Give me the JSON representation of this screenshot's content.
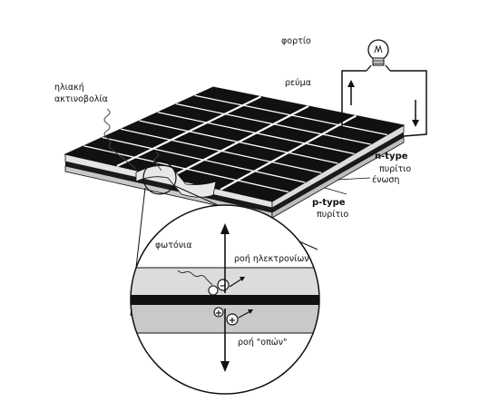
{
  "labels": {
    "load": "φορτίο",
    "current": "ρεύμα",
    "solar_radiation_line1": "ηλιακή",
    "solar_radiation_line2": "ακτινοβολία",
    "n_type": "n-type",
    "n_silicon": "πυρίτιο",
    "junction": "ένωση",
    "p_type": "p-type",
    "p_silicon": "πυρίτιο",
    "photons": "φωτόνια",
    "electron_flow": "ροή ηλεκτρονίων",
    "hole_flow": "ροή \"οπών\""
  },
  "charges": {
    "electron_sign": "−",
    "hole_sign": "+"
  },
  "colors": {
    "cell": "#111111",
    "grid": "#ffffff",
    "layer_light": "#e0e0e0",
    "layer_mid": "#b8b8b8",
    "junction": "#111111",
    "line": "#1a1a1a"
  }
}
